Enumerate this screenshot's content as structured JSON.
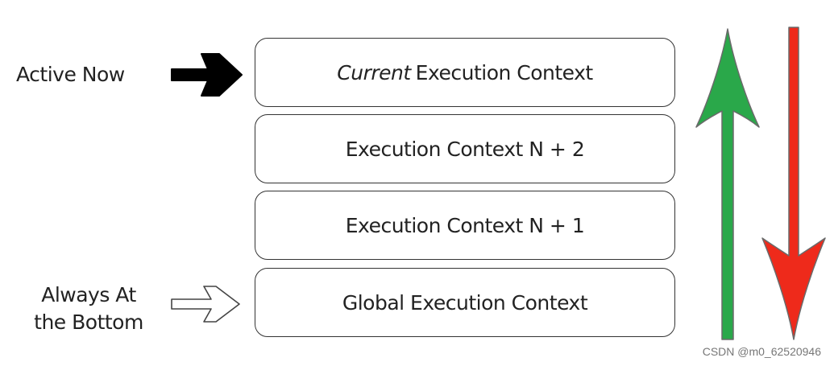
{
  "labels": {
    "active_now": "Active Now",
    "always_at_bottom_line1": "Always At",
    "always_at_bottom_line2": "the Bottom"
  },
  "stack": [
    {
      "prefix_italic": "Current",
      "text": "Execution Context"
    },
    {
      "text": "Execution Context N + 2"
    },
    {
      "text": "Execution Context N + 1"
    },
    {
      "text": "Global Execution Context"
    }
  ],
  "arrows": {
    "up_color": "#2aa84a",
    "down_color": "#ee2a1b",
    "active_pointer_color": "#000000"
  },
  "watermark": "CSDN @m0_62520946"
}
